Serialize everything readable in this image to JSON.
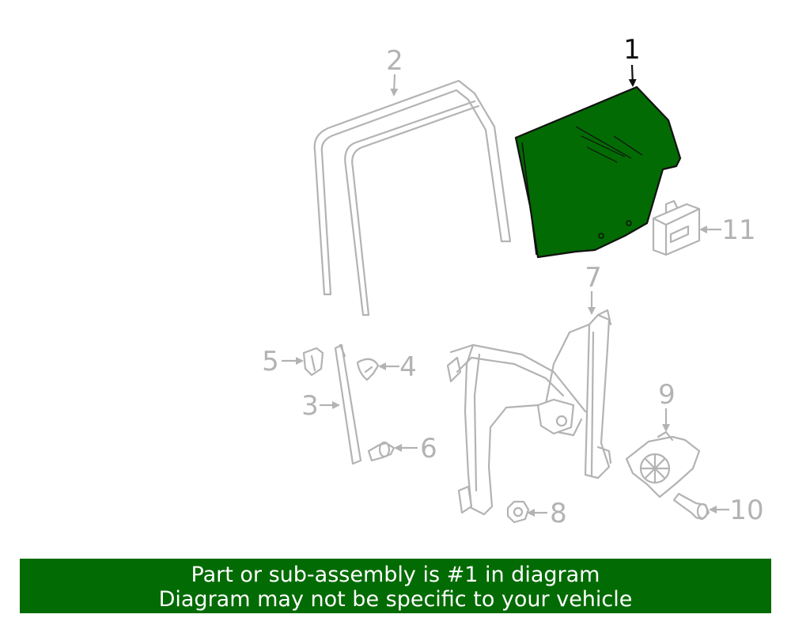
{
  "callouts": [
    {
      "id": "1",
      "label": "1",
      "highlighted": true
    },
    {
      "id": "2",
      "label": "2",
      "highlighted": false
    },
    {
      "id": "3",
      "label": "3",
      "highlighted": false
    },
    {
      "id": "4",
      "label": "4",
      "highlighted": false
    },
    {
      "id": "5",
      "label": "5",
      "highlighted": false
    },
    {
      "id": "6",
      "label": "6",
      "highlighted": false
    },
    {
      "id": "7",
      "label": "7",
      "highlighted": false
    },
    {
      "id": "8",
      "label": "8",
      "highlighted": false
    },
    {
      "id": "9",
      "label": "9",
      "highlighted": false
    },
    {
      "id": "10",
      "label": "10",
      "highlighted": false
    },
    {
      "id": "11",
      "label": "11",
      "highlighted": false
    }
  ],
  "highlighted_part": "1",
  "colors": {
    "highlight_fill": "#036b03",
    "part_outline": "#b3b3b3",
    "active_outline": "#111111",
    "banner_background": "#036b03",
    "banner_text": "#ffffff"
  },
  "banner": {
    "line1": "Part or sub-assembly is #1 in diagram",
    "line2": "Diagram may not be specific to your vehicle"
  }
}
